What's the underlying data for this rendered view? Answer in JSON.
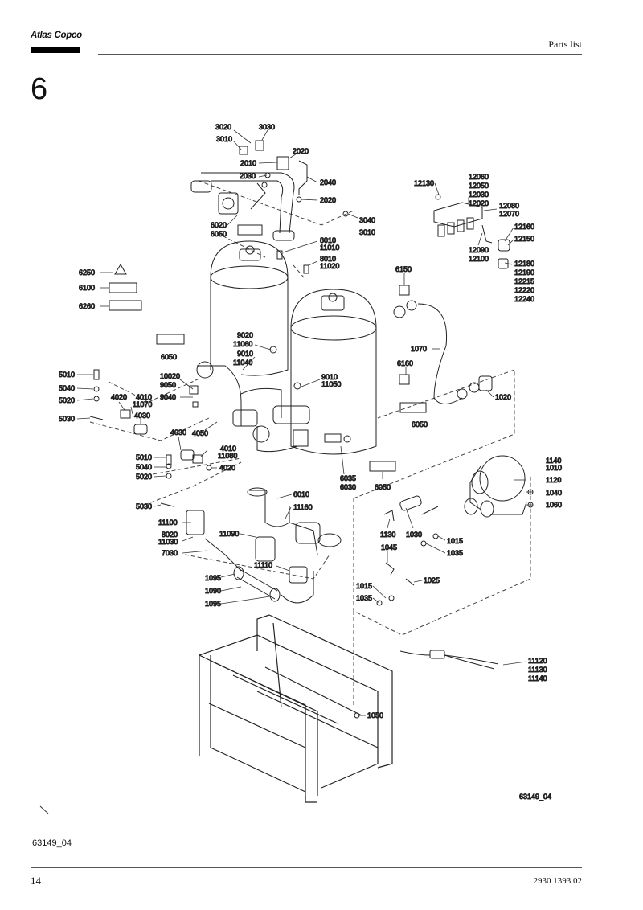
{
  "header": {
    "brand": "Atlas Copco",
    "title": "Parts list"
  },
  "section_number": "6",
  "diagram": {
    "figure_code": "63149_04",
    "labels": [
      "3020",
      "3030",
      "3010",
      "2010",
      "2020",
      "2030",
      "2040",
      "2020",
      "3040",
      "3010",
      "6020",
      "6050",
      "8010",
      "11010",
      "8010",
      "11020",
      "6250",
      "6100",
      "6260",
      "12130",
      "12060",
      "12050",
      "12030",
      "12020",
      "12080",
      "12070",
      "12160",
      "12150",
      "12090",
      "12100",
      "12180",
      "12190",
      "12215",
      "12220",
      "12240",
      "6150",
      "9020",
      "11060",
      "9010",
      "11040",
      "1070",
      "6050",
      "10020",
      "9050",
      "9040",
      "9010",
      "11050",
      "6160",
      "1020",
      "5010",
      "5040",
      "5020",
      "4020",
      "4010",
      "11070",
      "5030",
      "4030",
      "6050",
      "4030",
      "4050",
      "4010",
      "11080",
      "4020",
      "5010",
      "5040",
      "5020",
      "5030",
      "6035",
      "6030",
      "6050",
      "1140",
      "1010",
      "1120",
      "1040",
      "1060",
      "6010",
      "11160",
      "11100",
      "8020",
      "11030",
      "11090",
      "7030",
      "1130",
      "1030",
      "1015",
      "1035",
      "1045",
      "11110",
      "1095",
      "1090",
      "1095",
      "1015",
      "1025",
      "1035",
      "11120",
      "11130",
      "11140",
      "1050"
    ]
  },
  "footer": {
    "figure_ref": "63149_04",
    "page_number": "14",
    "doc_number": "2930 1393 02"
  }
}
